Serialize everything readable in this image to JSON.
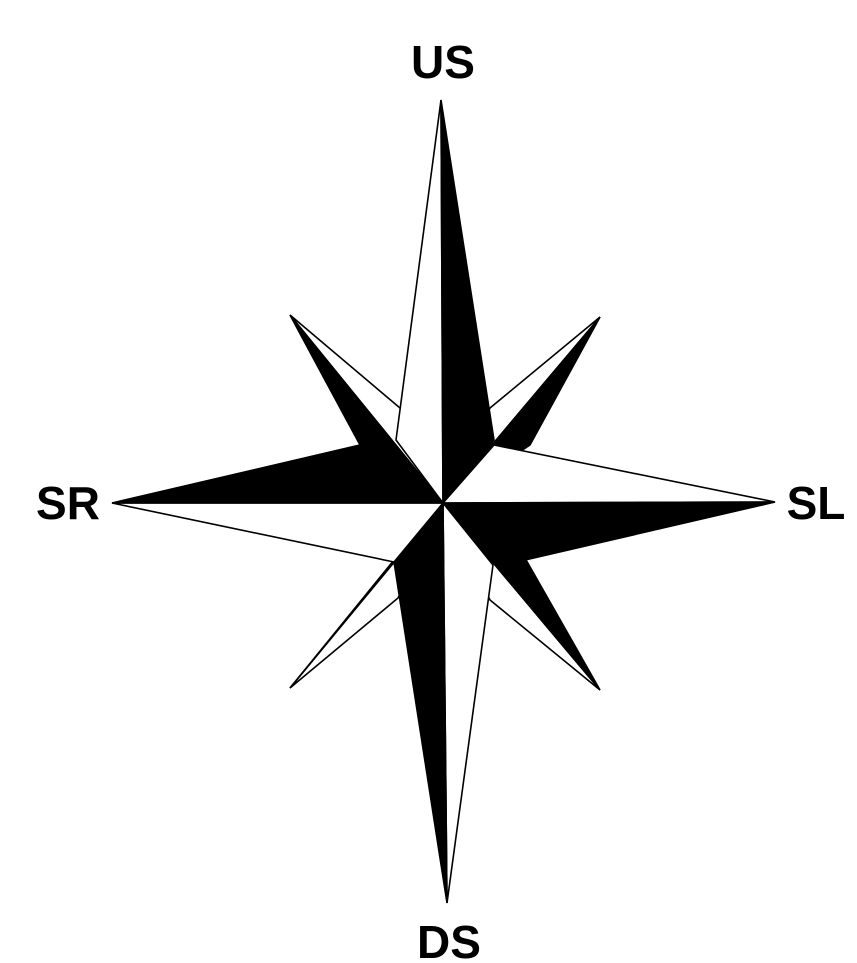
{
  "diagram": {
    "labels": {
      "up": "US",
      "down": "DS",
      "left": "SR",
      "right": "SL"
    },
    "colors": {
      "background": "#ffffff",
      "ink": "#000000"
    }
  }
}
